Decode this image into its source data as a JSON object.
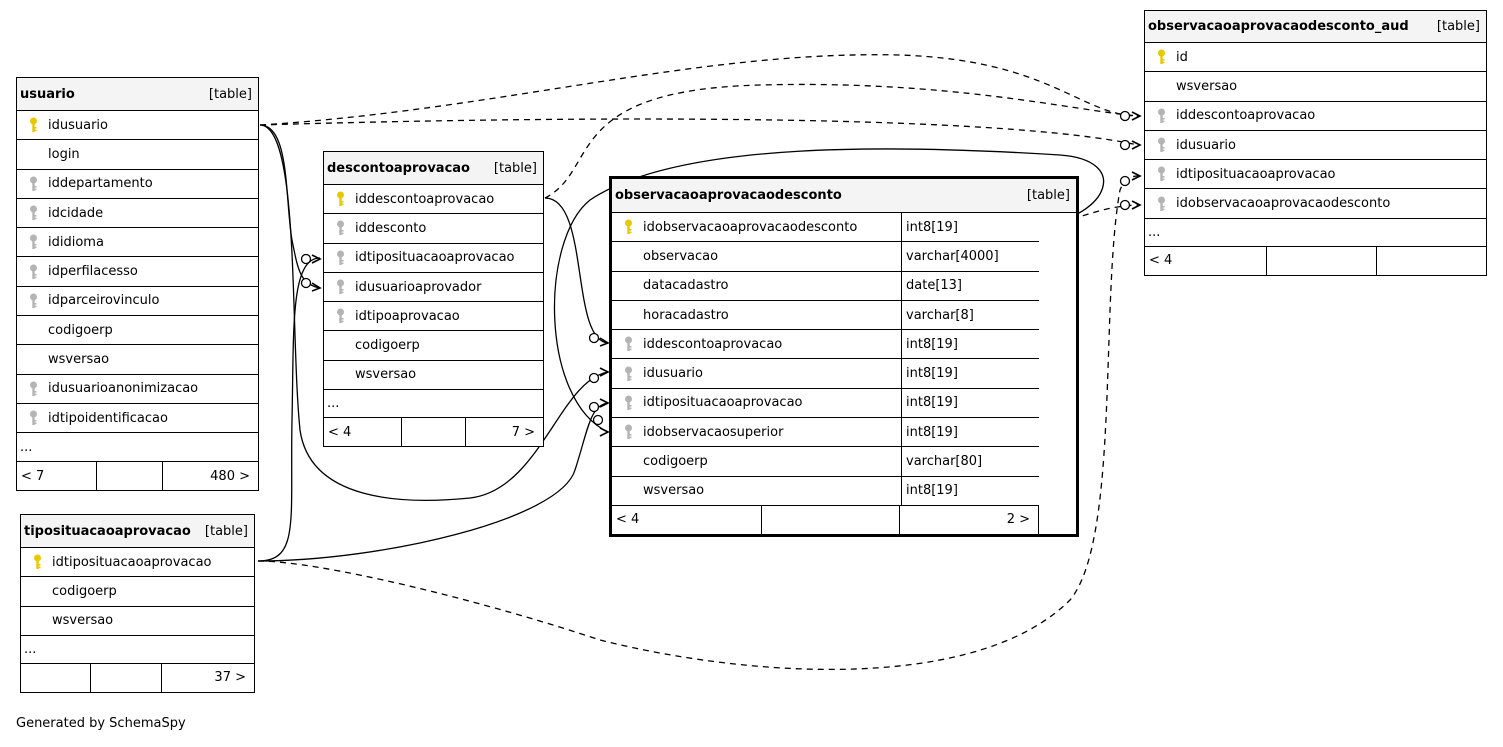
{
  "caption": "Generated by SchemaSpy",
  "tables": [
    {
      "id": "usuario",
      "name": "usuario",
      "tag": "[table]",
      "columns": [
        {
          "name": "idusuario",
          "key": "primary"
        },
        {
          "name": "login",
          "key": "none"
        },
        {
          "name": "iddepartamento",
          "key": "foreign"
        },
        {
          "name": "idcidade",
          "key": "foreign"
        },
        {
          "name": "ididioma",
          "key": "foreign"
        },
        {
          "name": "idperfilacesso",
          "key": "foreign"
        },
        {
          "name": "idparceirovinculo",
          "key": "foreign"
        },
        {
          "name": "codigoerp",
          "key": "none"
        },
        {
          "name": "wsversao",
          "key": "none"
        },
        {
          "name": "idusuarioanonimizacao",
          "key": "foreign"
        },
        {
          "name": "idtipoidentificacao",
          "key": "foreign"
        }
      ],
      "more": "...",
      "footer": [
        "< 7",
        "",
        "480 >"
      ]
    },
    {
      "id": "descontoaprovacao",
      "name": "descontoaprovacao",
      "tag": "[table]",
      "columns": [
        {
          "name": "iddescontoaprovacao",
          "key": "primary"
        },
        {
          "name": "iddesconto",
          "key": "foreign"
        },
        {
          "name": "idtiposituacaoaprovacao",
          "key": "foreign"
        },
        {
          "name": "idusuarioaprovador",
          "key": "foreign"
        },
        {
          "name": "idtipoaprovacao",
          "key": "foreign"
        },
        {
          "name": "codigoerp",
          "key": "none"
        },
        {
          "name": "wsversao",
          "key": "none"
        }
      ],
      "more": "...",
      "footer": [
        "< 4",
        "",
        "7 >"
      ]
    },
    {
      "id": "tiposituacaoaprovacao",
      "name": "tiposituacaoaprovacao",
      "tag": "[table]",
      "columns": [
        {
          "name": "idtiposituacaoaprovacao",
          "key": "primary"
        },
        {
          "name": "codigoerp",
          "key": "none"
        },
        {
          "name": "wsversao",
          "key": "none"
        }
      ],
      "more": "...",
      "footer": [
        "",
        "",
        "37 >"
      ]
    },
    {
      "id": "observacaoaprovacaodesconto",
      "name": "observacaoaprovacaodesconto",
      "tag": "[table]",
      "columns": [
        {
          "name": "idobservacaoaprovacaodesconto",
          "type": "int8[19]",
          "key": "primary"
        },
        {
          "name": "observacao",
          "type": "varchar[4000]",
          "key": "none"
        },
        {
          "name": "datacadastro",
          "type": "date[13]",
          "key": "none"
        },
        {
          "name": "horacadastro",
          "type": "varchar[8]",
          "key": "none"
        },
        {
          "name": "iddescontoaprovacao",
          "type": "int8[19]",
          "key": "foreign"
        },
        {
          "name": "idusuario",
          "type": "int8[19]",
          "key": "foreign"
        },
        {
          "name": "idtiposituacaoaprovacao",
          "type": "int8[19]",
          "key": "foreign"
        },
        {
          "name": "idobservacaosuperior",
          "type": "int8[19]",
          "key": "foreign"
        },
        {
          "name": "codigoerp",
          "type": "varchar[80]",
          "key": "none"
        },
        {
          "name": "wsversao",
          "type": "int8[19]",
          "key": "none"
        }
      ],
      "footer": [
        "< 4",
        "",
        "2 >"
      ]
    },
    {
      "id": "observacaoaprovacaodesconto_aud",
      "name": "observacaoaprovacaodesconto_aud",
      "tag": "[table]",
      "columns": [
        {
          "name": "id",
          "key": "primary"
        },
        {
          "name": "wsversao",
          "key": "none"
        },
        {
          "name": "iddescontoaprovacao",
          "key": "foreign"
        },
        {
          "name": "idusuario",
          "key": "foreign"
        },
        {
          "name": "idtiposituacaoaprovacao",
          "key": "foreign"
        },
        {
          "name": "idobservacaoaprovacaodesconto",
          "key": "foreign"
        }
      ],
      "more": "...",
      "footer": [
        "< 4",
        "",
        ""
      ]
    }
  ],
  "colors": {
    "primary_key": "#e8c800",
    "foreign_key": "#b4b4b4",
    "header_bg": "#f4f4f4"
  }
}
